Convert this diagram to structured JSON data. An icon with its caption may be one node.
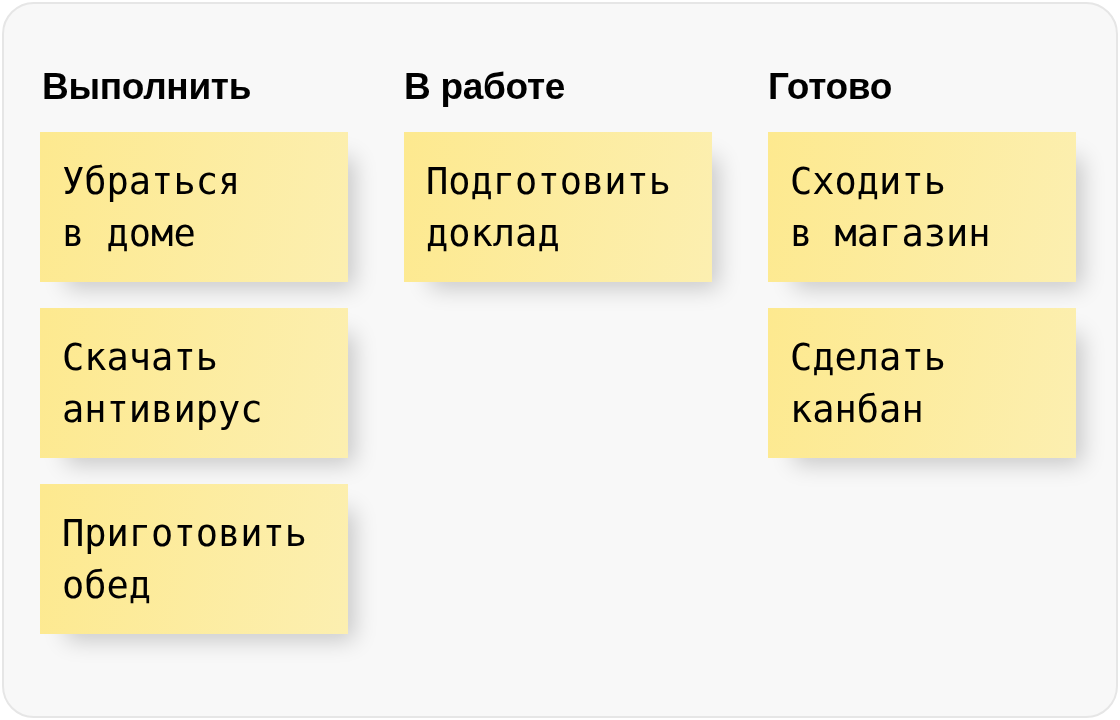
{
  "diagram": {
    "nodes": [
      {
        "text": [
          "Убраться в доме"
        ]
      },
      {
        "text": [
          "Подготовить доклад"
        ]
      },
      {
        "text": [
          "Сходить в магазин"
        ]
      },
      {
        "text": [
          "Скачать антивирус"
        ]
      },
      {
        "text": [
          "Сделать канбан"
        ]
      },
      {
        "text": [
          "Приготовить обед"
        ]
      }
    ],
    "labels": [
      "Выполнить",
      "В работе",
      "Готово"
    ]
  }
}
